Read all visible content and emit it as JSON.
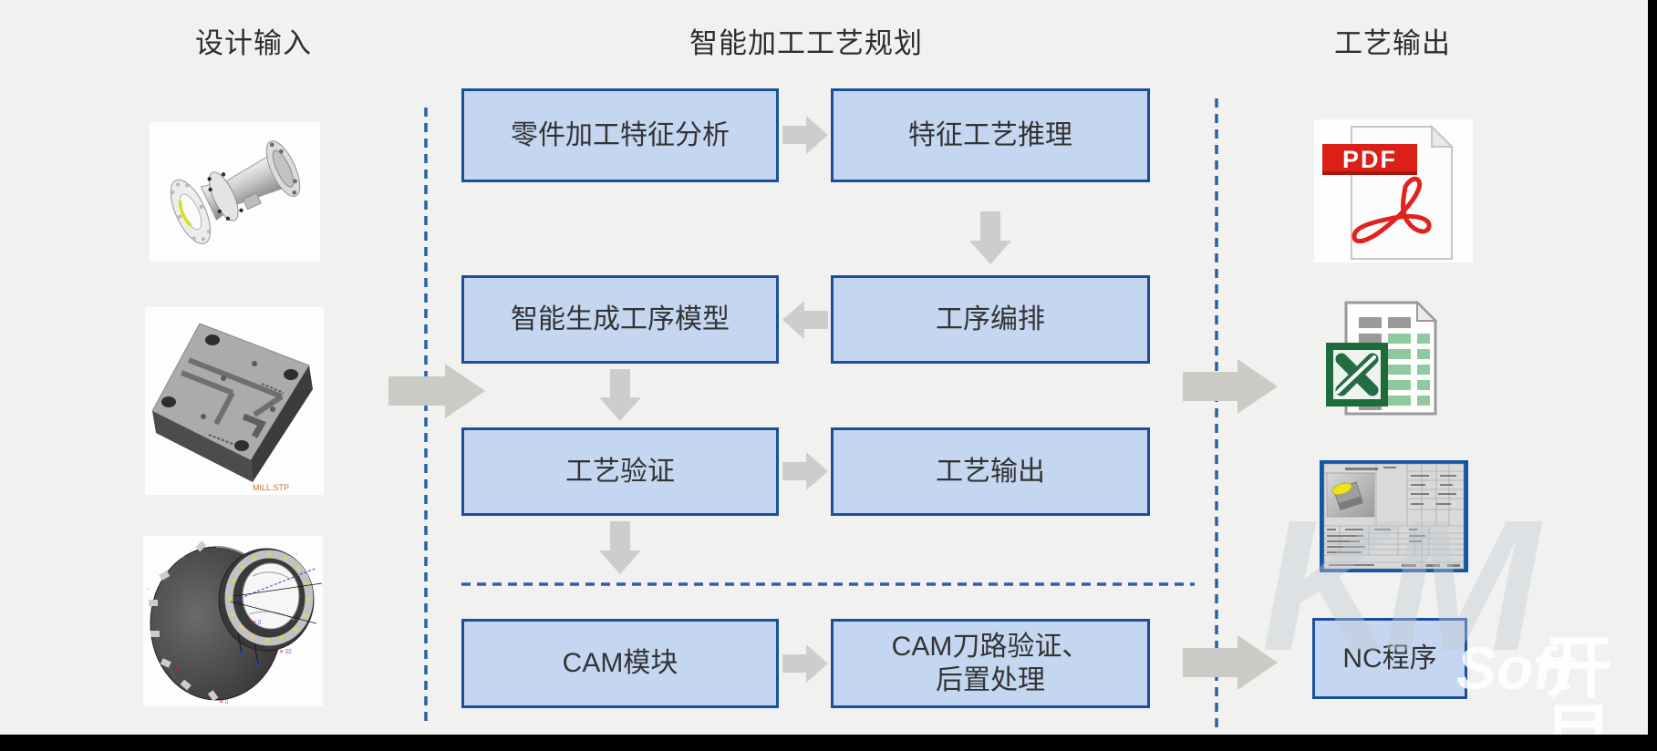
{
  "columns": {
    "design_input": {
      "title": "设计输入"
    },
    "process_planning": {
      "title": "智能加工工艺规划"
    },
    "process_output": {
      "title": "工艺输出"
    }
  },
  "flow": {
    "feature_analysis": "零件加工特征分析",
    "feature_reasoning": "特征工艺推理",
    "operation_model": "智能生成工序模型",
    "operation_sequencing": "工序编排",
    "verification": "工艺验证",
    "output": "工艺输出",
    "cam_module": "CAM模块",
    "cam_verify_line1": "CAM刀路验证、",
    "cam_verify_line2": "后置处理",
    "nc_program": "NC程序"
  },
  "output_icons": {
    "pdf_label": "PDF"
  },
  "captions": {
    "block_file": "MILL.STP"
  },
  "watermark": {
    "km": "KM",
    "soft": "Soft",
    "cn": "开目"
  },
  "colors": {
    "slide_background": "#f1f1f0",
    "frame_black": "#000000",
    "box_fill": "#c5d6f0",
    "box_border": "#1b4f9e",
    "dashed_blue": "#2a5fae",
    "arrow_gray": "#cbcac6",
    "pdf_red": "#da2017",
    "excel_green": "#1e6b3c",
    "card_border_blue": "#1156a8",
    "caption_orange": "#c8742a",
    "text_dark": "#333333"
  }
}
